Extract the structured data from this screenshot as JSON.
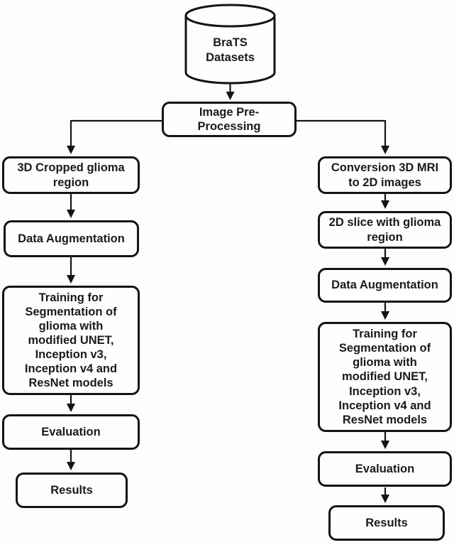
{
  "diagram": {
    "type": "flowchart",
    "colors": {
      "stroke": "#141414",
      "node_fill": "#fefefe",
      "text": "#1a1a1a",
      "background": "#fdfdfd"
    },
    "source": {
      "label": "BraTS\nDatasets",
      "shape": "database-cylinder"
    },
    "preprocess": {
      "label": "Image Pre-\nProcessing"
    },
    "left_branch": [
      {
        "label": "3D Cropped glioma\nregion"
      },
      {
        "label": "Data Augmentation"
      },
      {
        "label": "Training for\nSegmentation of\nglioma with\nmodified UNET,\nInception v3,\nInception v4 and\nResNet models"
      },
      {
        "label": "Evaluation"
      },
      {
        "label": "Results"
      }
    ],
    "right_branch": [
      {
        "label": "Conversion 3D MRI\nto 2D images"
      },
      {
        "label": "2D slice with glioma\nregion"
      },
      {
        "label": "Data Augmentation"
      },
      {
        "label": "Training for\nSegmentation of\nglioma with\nmodified UNET,\nInception v3,\nInception v4 and\nResNet models"
      },
      {
        "label": "Evaluation"
      },
      {
        "label": "Results"
      }
    ]
  }
}
